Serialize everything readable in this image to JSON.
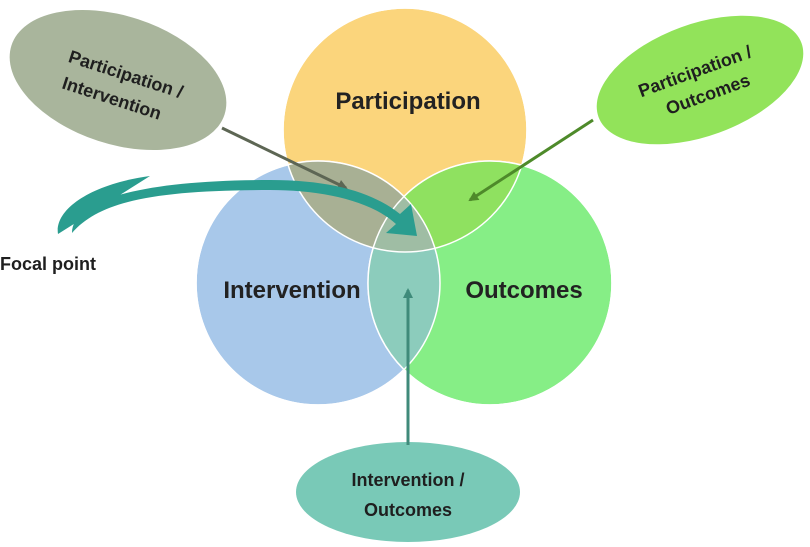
{
  "circles": {
    "participation": {
      "label": "Participation",
      "color": "#fbd57c"
    },
    "intervention": {
      "label": "Intervention",
      "color": "#a8c8ea"
    },
    "outcomes": {
      "label": "Outcomes",
      "color": "#86ee86"
    }
  },
  "overlaps": {
    "participation_intervention_color": "#a8b094",
    "participation_outcomes_color": "#8fe160",
    "intervention_outcomes_color": "#8cccbc"
  },
  "callouts": {
    "participation_intervention": {
      "line1": "Participation /",
      "line2": "Intervention",
      "color": "#a9b59c"
    },
    "participation_outcomes": {
      "line1": "Participation /",
      "line2": "Outcomes",
      "color": "#92e35a"
    },
    "intervention_outcomes": {
      "line1": "Intervention /",
      "line2": "Outcomes",
      "color": "#79c9b7"
    }
  },
  "focal_point": {
    "label": "Focal point",
    "arrow_color": "#2a9d8f"
  },
  "arrow_colors": {
    "participation_intervention": "#5d6654",
    "participation_outcomes": "#4e8a2a",
    "intervention_outcomes": "#3f8a7a"
  }
}
